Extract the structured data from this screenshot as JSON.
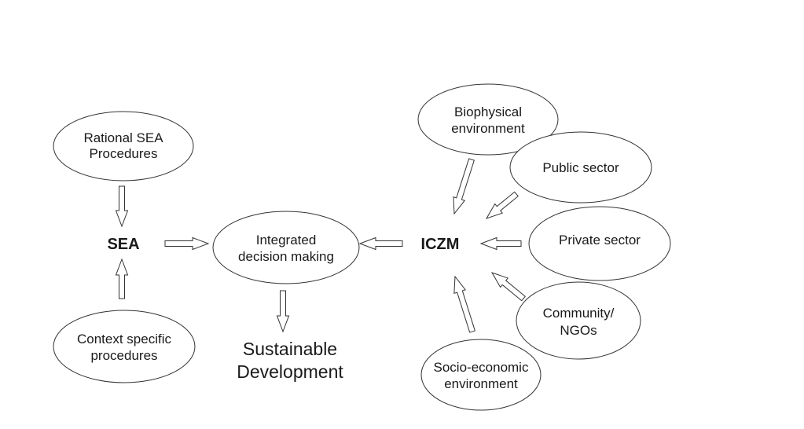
{
  "nodes": {
    "rational": [
      "Rational SEA",
      "Procedures"
    ],
    "context": [
      "Context specific",
      "procedures"
    ],
    "integrated": [
      "Integrated",
      "decision making"
    ],
    "bio": [
      "Biophysical",
      "environment"
    ],
    "public": [
      "Public sector"
    ],
    "private": [
      "Private sector"
    ],
    "community": [
      "Community/",
      "NGOs"
    ],
    "socio": [
      "Socio-economic",
      "environment"
    ],
    "sea": "SEA",
    "iczm": "ICZM",
    "sustainable": [
      "Sustainable",
      "Development"
    ]
  }
}
